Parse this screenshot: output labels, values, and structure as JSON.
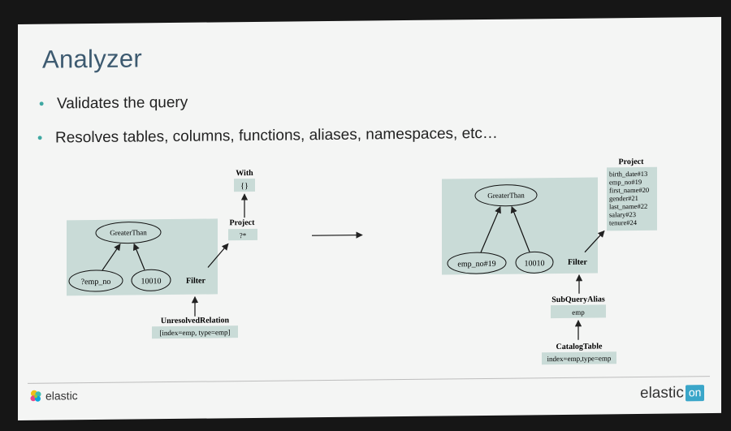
{
  "slide": {
    "title": "Analyzer",
    "bullets": [
      "Validates the query",
      "Resolves tables, columns, functions, aliases, namespaces, etc…"
    ]
  },
  "diagram": {
    "left": {
      "greater_than": "GreaterThan",
      "left_operand": "?emp_no",
      "right_operand": "10010",
      "filter": "Filter",
      "project": "Project",
      "project_value": "?*",
      "with": "With",
      "with_value": "{}",
      "relation_title": "UnresolvedRelation",
      "relation_value": "[index=emp, type=emp]"
    },
    "right": {
      "greater_than": "GreaterThan",
      "left_operand": "emp_no#19",
      "right_operand": "10010",
      "filter": "Filter",
      "project": "Project",
      "project_columns": [
        "birth_date#13",
        "emp_no#19",
        "first_name#20",
        "gender#21",
        "last_name#22",
        "salary#23",
        "tenure#24"
      ],
      "subquery_title": "SubQueryAlias",
      "subquery_value": "emp",
      "catalog_title": "CatalogTable",
      "catalog_value": "index=emp,type=emp"
    }
  },
  "footer": {
    "left_logo": "elastic",
    "right_logo_text": "elastic",
    "right_logo_badge": "on"
  },
  "colors": {
    "title": "#3d5a70",
    "bullet": "#3fa8a2",
    "box_fill": "#c9dbd7"
  }
}
